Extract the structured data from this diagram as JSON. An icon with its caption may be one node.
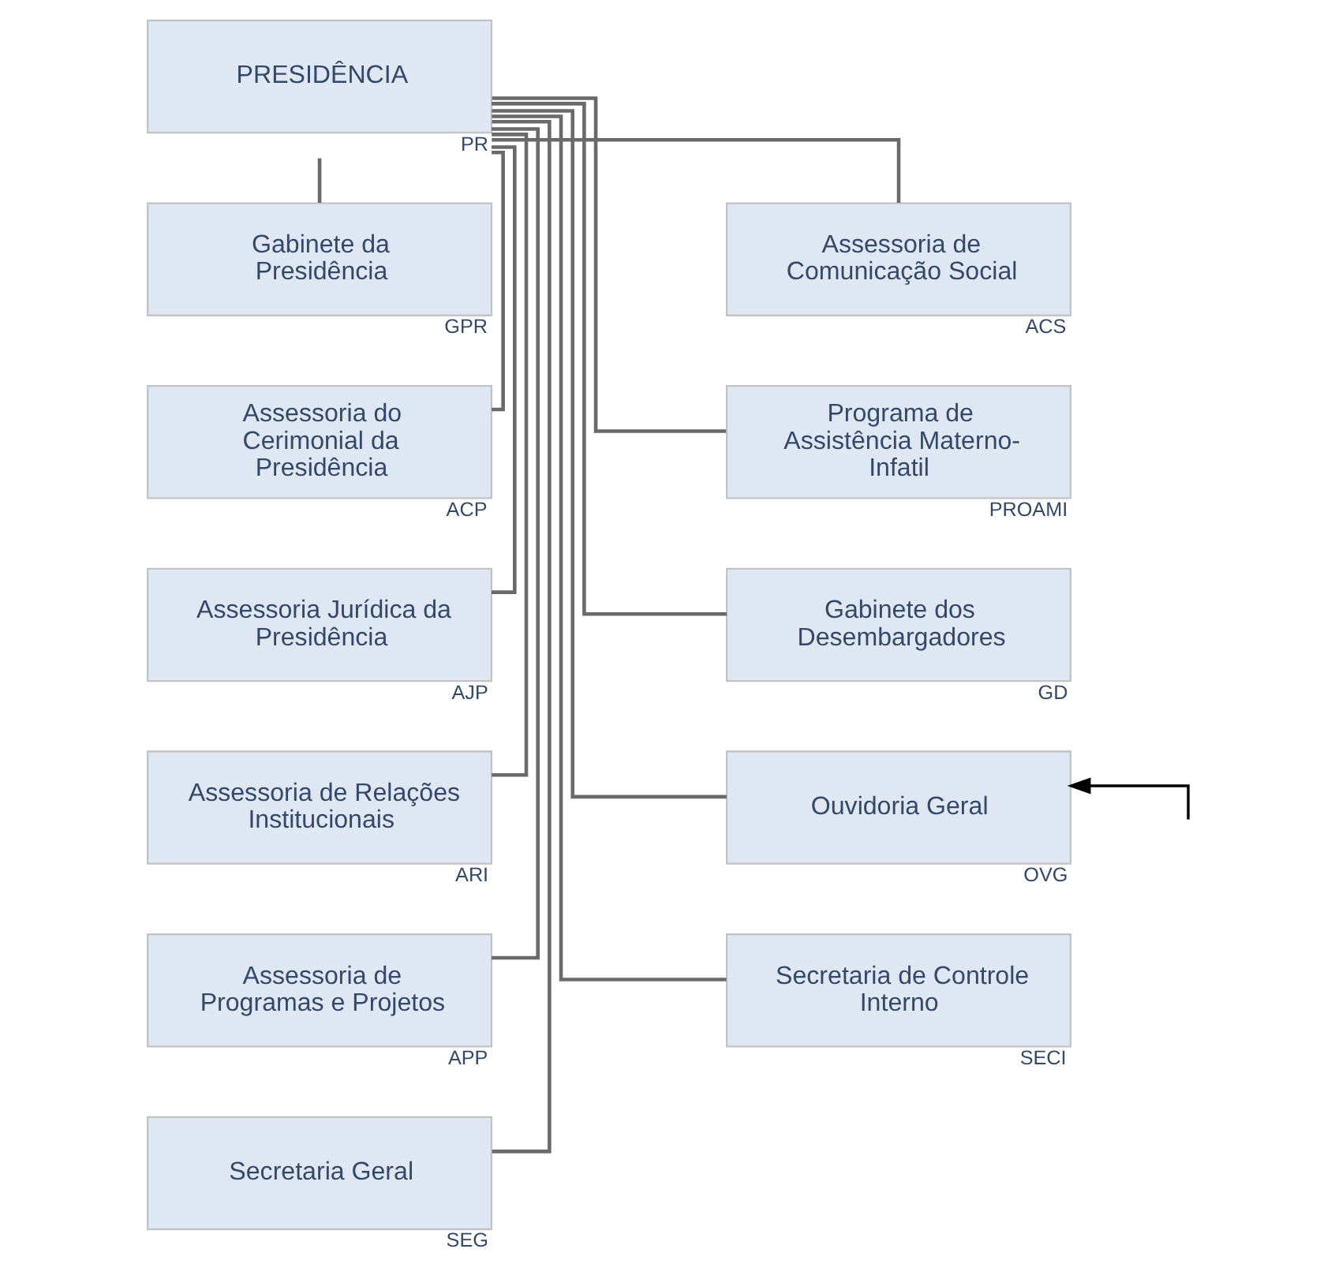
{
  "diagram": {
    "nodes": [
      {
        "text": [
          "PRESIDÊNCIA"
        ],
        "beside": [
          "PR"
        ]
      },
      {
        "text": [
          "Gabinete da Presidência"
        ],
        "beside": [
          "GPR"
        ]
      },
      {
        "text": [
          "Assessoria de Comunicação Social"
        ],
        "beside": [
          "ACS"
        ]
      },
      {
        "text": [
          "Assessoria do Cerimonial da Presidência"
        ],
        "beside": [
          "ACP"
        ]
      },
      {
        "text": [
          "Programa de Assistência Materno-Infatil"
        ],
        "beside": [
          "PROAMI"
        ]
      },
      {
        "text": [
          "Assessoria Jurídica da Presidência"
        ],
        "beside": [
          "AJP"
        ]
      },
      {
        "text": [
          "Gabinete dos Desembargadores"
        ],
        "beside": [
          "GD"
        ]
      },
      {
        "text": [
          "Assessoria de Relações Institucionais"
        ],
        "beside": [
          "ARI"
        ]
      },
      {
        "text": [
          "Ouvidoria Geral"
        ],
        "beside": [
          "OVG"
        ]
      },
      {
        "text": [
          "Assessoria de Programas e Projetos"
        ],
        "beside": [
          "APP"
        ]
      },
      {
        "text": [
          "Secretaria de Controle Interno"
        ],
        "beside": [
          "SECI"
        ]
      },
      {
        "text": [
          "Secretaria Geral"
        ],
        "beside": [
          "SEG"
        ]
      }
    ],
    "edges": [
      {
        "from": 0,
        "to": 1,
        "arrow": "none"
      },
      {
        "from": 0,
        "to": 2,
        "arrow": "none"
      },
      {
        "from": 0,
        "to": 3,
        "arrow": "none"
      },
      {
        "from": 0,
        "to": 4,
        "arrow": "none"
      },
      {
        "from": 0,
        "to": 5,
        "arrow": "none"
      },
      {
        "from": 0,
        "to": 6,
        "arrow": "none"
      },
      {
        "from": 0,
        "to": 7,
        "arrow": "none"
      },
      {
        "from": 0,
        "to": 8,
        "arrow": "none"
      },
      {
        "from": 0,
        "to": 9,
        "arrow": "none"
      },
      {
        "from": 0,
        "to": 10,
        "arrow": "none"
      },
      {
        "from": 0,
        "to": 11,
        "arrow": "none"
      },
      {
        "from": null,
        "to": 8,
        "arrow": "to",
        "color": "#000000"
      }
    ]
  }
}
